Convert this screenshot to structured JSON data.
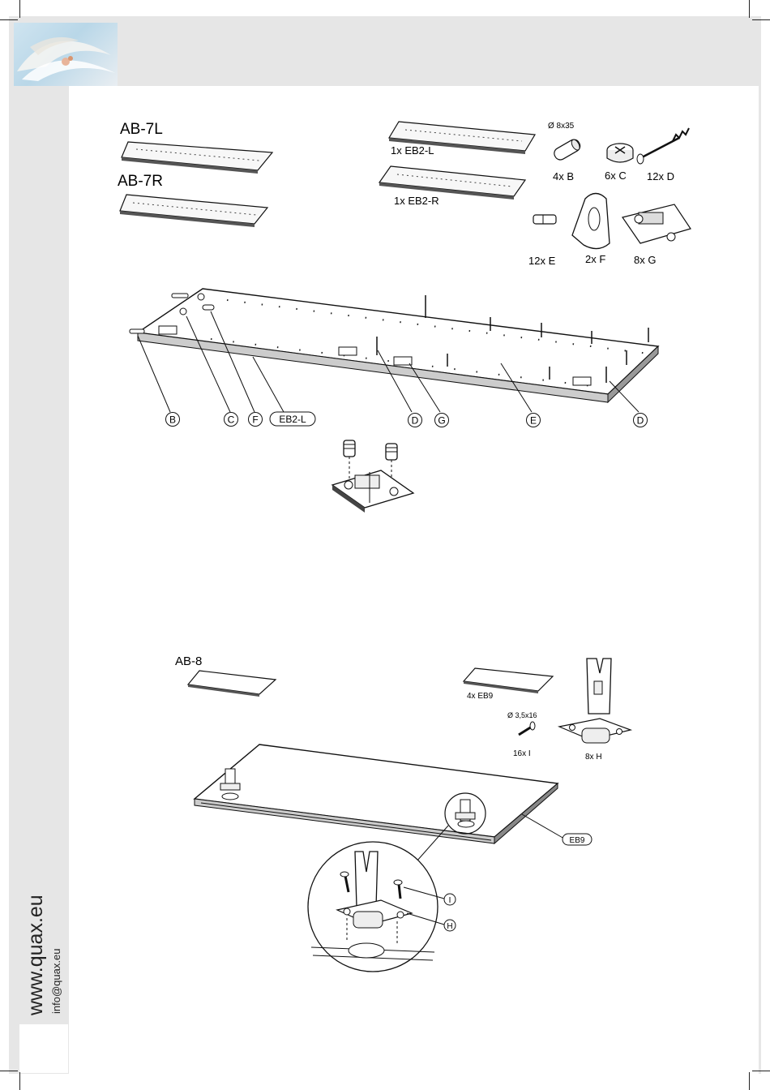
{
  "brand": {
    "website": "www.quax.eu",
    "email": "info@quax.eu"
  },
  "step1": {
    "panels": [
      {
        "code": "AB-7L"
      },
      {
        "code": "AB-7R"
      }
    ],
    "edge_parts": [
      {
        "label": "1x EB2-L"
      },
      {
        "label": "1x EB2-R"
      }
    ],
    "hardware": [
      {
        "label": "4x B",
        "spec": "Ø 8x35",
        "icon": "dowel-icon"
      },
      {
        "label": "6x C",
        "icon": "cam-lock-icon"
      },
      {
        "label": "12x D",
        "icon": "cam-bolt-icon"
      },
      {
        "label": "12x E",
        "icon": "shelf-pin-icon"
      },
      {
        "label": "2x F",
        "icon": "hanger-bracket-icon"
      },
      {
        "label": "8x G",
        "icon": "hinge-plate-icon"
      }
    ],
    "callouts": [
      "B",
      "C",
      "F",
      "EB2-L",
      "D",
      "G",
      "E",
      "D"
    ]
  },
  "step2": {
    "panel": {
      "code": "AB-8"
    },
    "edge_part": {
      "label": "4x EB9"
    },
    "hardware": [
      {
        "label": "16x I",
        "spec": "Ø 3,5x16",
        "icon": "screw-icon"
      },
      {
        "label": "8x H",
        "icon": "hinge-icon"
      }
    ],
    "callouts": [
      "EB9",
      "I",
      "H"
    ]
  }
}
